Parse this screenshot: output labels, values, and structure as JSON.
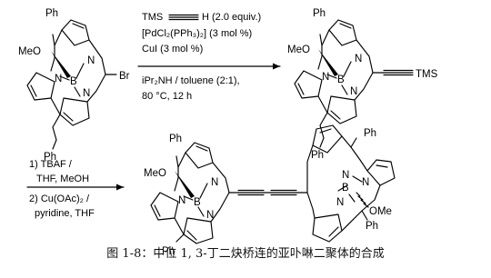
{
  "reaction1": {
    "conditions": [
      "TMS",
      "H (2.0 equiv.)",
      "[PdCl₂(PPh₃)₂] (3 mol %)",
      "CuI (3 mol %)",
      "iPr₂NH / toluene (2:1),",
      "80 °C, 12 h"
    ]
  },
  "reaction2": {
    "conditions": [
      "1) TBAF /",
      "THF, MeOH",
      "2) Cu(OAc)₂ /",
      "pyridine, THF"
    ]
  },
  "molecules": {
    "start": {
      "top_ph": "Ph",
      "bottom_ph": "Ph",
      "meo": "MeO",
      "br": "Br",
      "n1": "N",
      "n2": "N",
      "n3": "N",
      "b": "B"
    },
    "product1": {
      "top_ph": "Ph",
      "bottom_ph": "Ph",
      "meo": "MeO",
      "tms": "TMS",
      "n1": "N",
      "n2": "N",
      "n3": "N",
      "b": "B"
    },
    "dimer": {
      "left_ph_top": "Ph",
      "left_ph_bottom": "Ph",
      "left_meo": "MeO",
      "right_ph_top": "Ph",
      "right_ph_bottom": "Ph",
      "right_ome": "OMe",
      "n1": "N",
      "n2": "N",
      "n3": "N",
      "b1": "B",
      "n4": "N",
      "n5": "N",
      "n6": "N",
      "b2": "B"
    }
  },
  "caption": "图 1-8：中位 1, 3-丁二炔桥连的亚卟啉二聚体的合成"
}
